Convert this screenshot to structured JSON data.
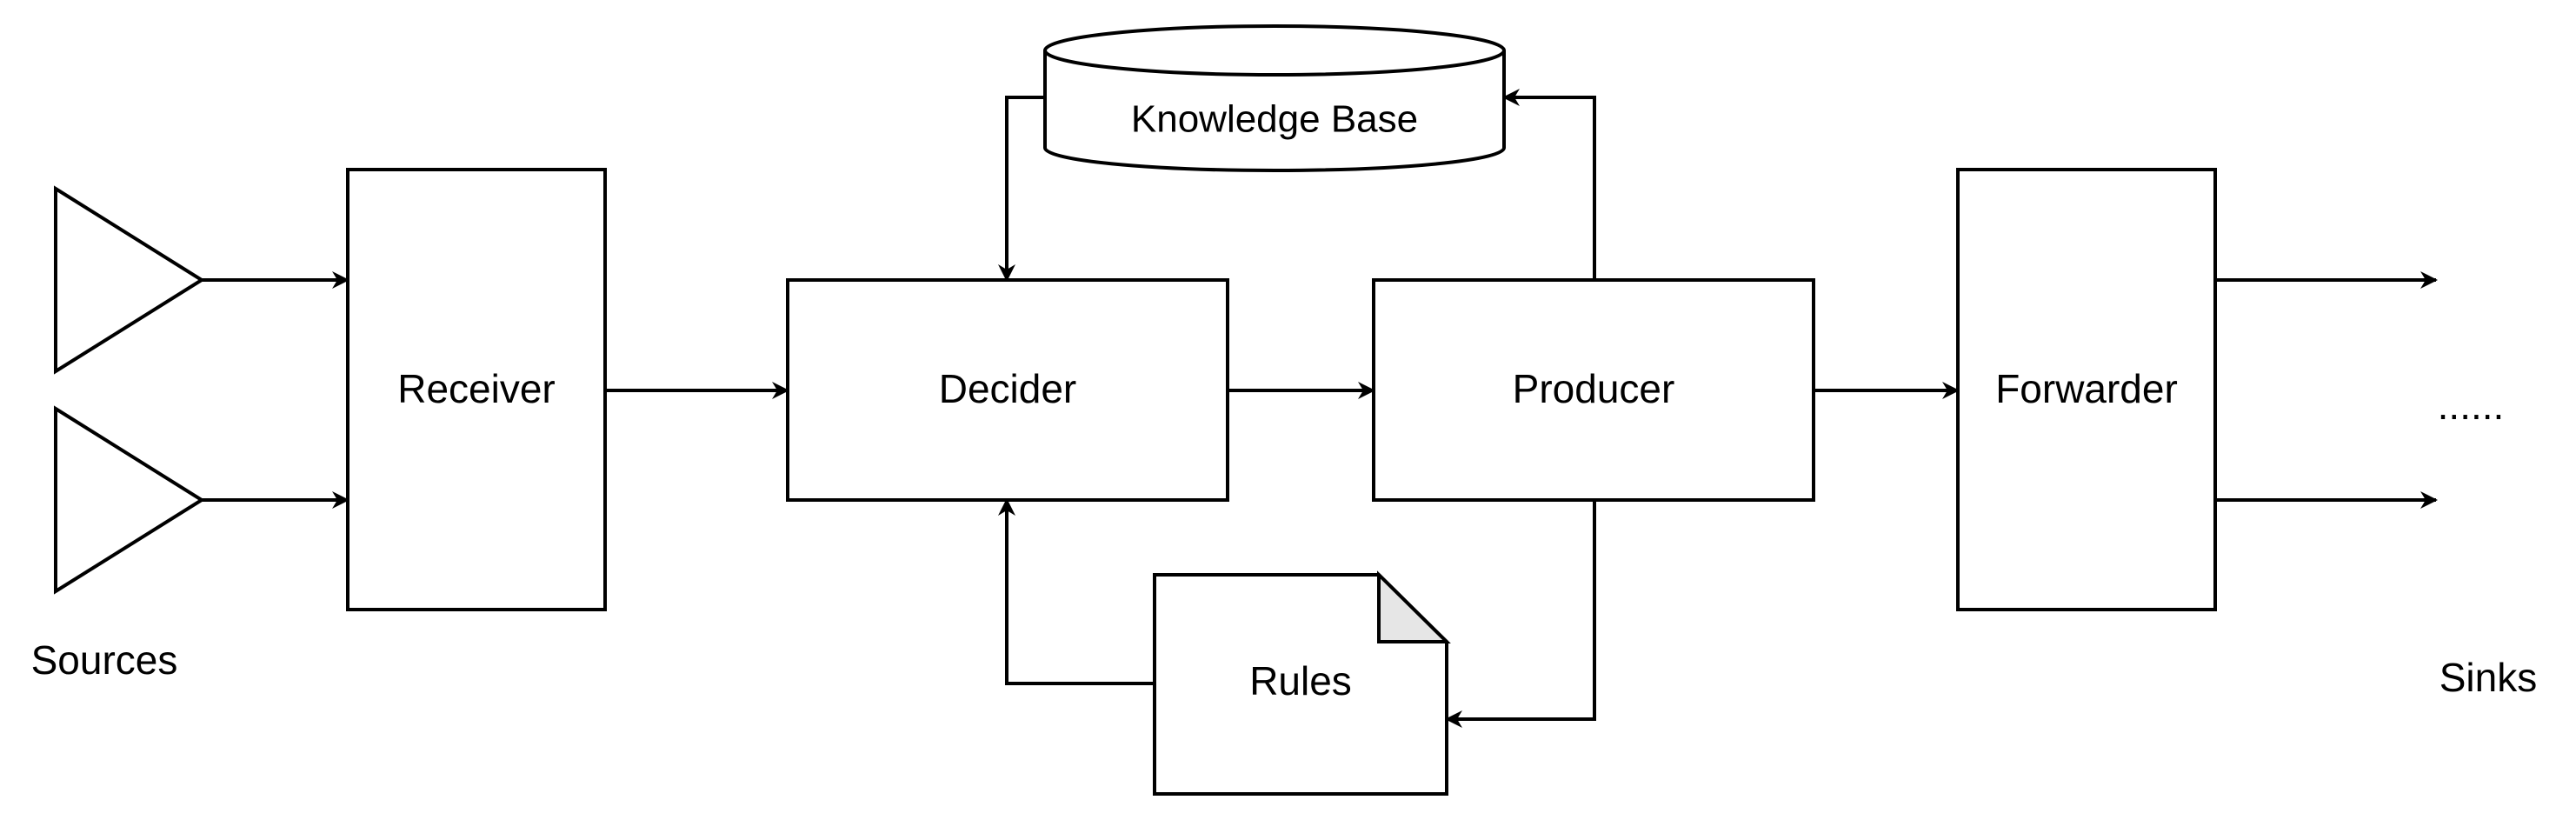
{
  "sources_label": "Sources",
  "sinks_label": "Sinks",
  "sinks_ellipsis": "......",
  "nodes": {
    "receiver": "Receiver",
    "decider": "Decider",
    "producer": "Producer",
    "forwarder": "Forwarder",
    "knowledge_base": "Knowledge Base",
    "rules": "Rules"
  },
  "colors": {
    "stroke": "#000000",
    "fill": "#ffffff",
    "page_fold": "#e6e6e6"
  }
}
